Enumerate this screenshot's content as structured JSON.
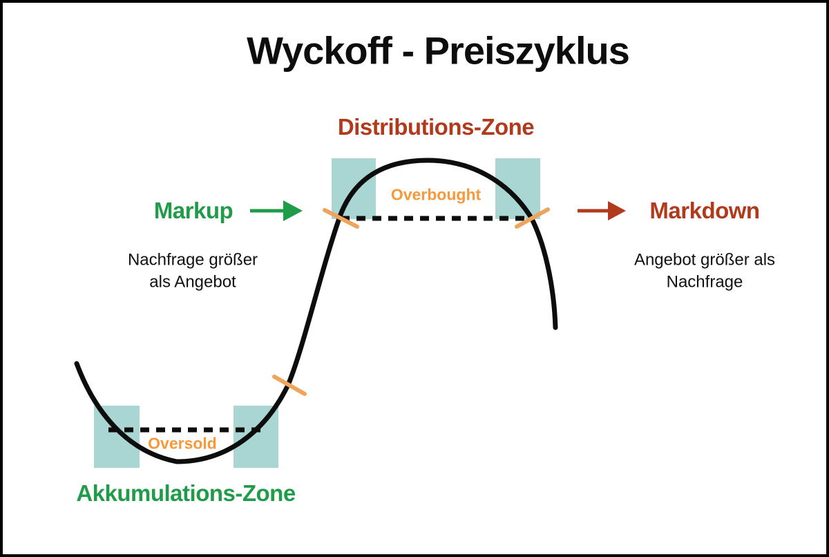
{
  "title": "Wyckoff - Preiszyklus",
  "distribution": {
    "label": "Distributions-Zone",
    "overbought": "Overbought"
  },
  "accumulation": {
    "label": "Akkumulations-Zone",
    "oversold": "Oversold"
  },
  "markup": {
    "label": "Markup",
    "note_line1": "Nachfrage größer",
    "note_line2": "als Angebot"
  },
  "markdown": {
    "label": "Markdown",
    "note_line1": "Angebot größer als",
    "note_line2": "Nachfrage"
  },
  "colors": {
    "green": "#1f9b49",
    "red": "#b23a1c",
    "orange": "#f5993b",
    "slash_orange": "#efa45c",
    "teal": "#a9d5d2",
    "curve_black": "#0d0d0d",
    "background": "#ffffff",
    "border": "#000000"
  }
}
